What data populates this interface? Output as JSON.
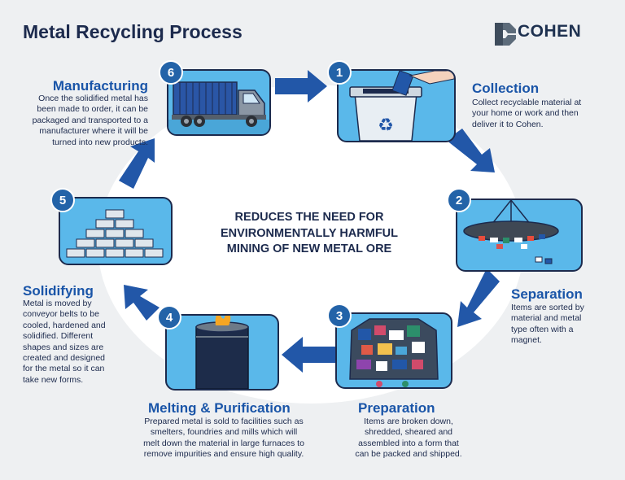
{
  "title": "Metal Recycling Process",
  "brand": {
    "name": "COHEN",
    "logo_icon": "cohen-c-logo"
  },
  "center_message": {
    "lines": [
      "REDUCES THE NEED FOR",
      "ENVIRONMENTALLY HARMFUL",
      "MINING OF NEW METAL ORE"
    ]
  },
  "steps": [
    {
      "number": "1",
      "title": "Collection",
      "icon": "recycling-bin",
      "lines": [
        "Collect recyclable material at",
        "your home or work and then",
        "deliver it to Cohen."
      ]
    },
    {
      "number": "2",
      "title": "Separation",
      "icon": "magnet",
      "lines": [
        "Items are sorted by",
        "material and metal",
        "type often with a",
        "magnet."
      ]
    },
    {
      "number": "3",
      "title": "Preparation",
      "icon": "scrap-pile",
      "lines": [
        "Items are broken down,",
        "shredded, sheared and",
        "assembled into a form that",
        "can be packed and shipped."
      ]
    },
    {
      "number": "4",
      "title": "Melting & Purification",
      "icon": "furnace",
      "lines": [
        "Prepared metal is sold to facilities such as",
        "smelters, foundries and mills which will",
        "melt down the material in large furnaces to",
        "remove impurities and ensure high quality."
      ]
    },
    {
      "number": "5",
      "title": "Solidifying",
      "icon": "metal-ingots",
      "lines": [
        "Metal is moved by",
        "conveyor belts to be",
        "cooled, hardened and",
        "solidified. Different",
        "shapes and sizes are",
        "created and designed",
        "for the metal so it can",
        "take new forms."
      ]
    },
    {
      "number": "6",
      "title": "Manufacturing",
      "icon": "truck",
      "lines": [
        "Once the solidified metal has",
        "been made to order, it can be",
        "packaged and transported to a",
        "manufacturer where it will be",
        "turned into new  products."
      ]
    }
  ],
  "colors": {
    "navy": "#1c2a4d",
    "blue": "#1a55a8",
    "arrow": "#2257a8",
    "card": "#5ab8ea",
    "badge": "#2363a8"
  }
}
